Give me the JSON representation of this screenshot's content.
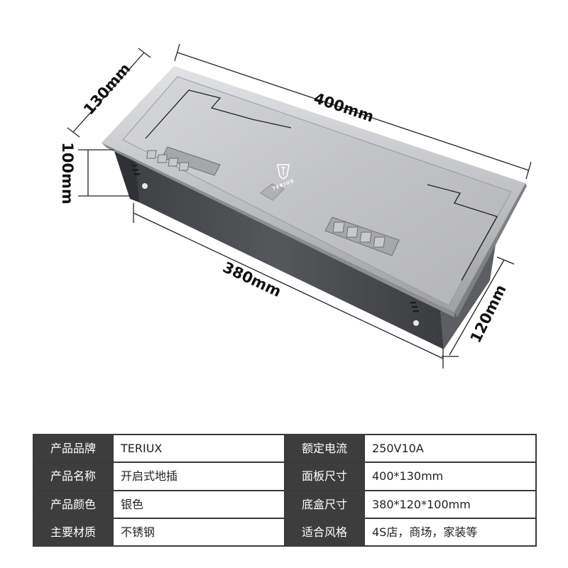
{
  "dimensions": {
    "top_length": "400mm",
    "top_width": "130mm",
    "box_depth": "100mm",
    "box_length": "380mm",
    "box_height": "120mm"
  },
  "product": {
    "logo_text": "TERIUX",
    "panel_color": "#c4c5c7",
    "box_color": "#4a4c50"
  },
  "spec_table": {
    "rows": [
      {
        "left_key": "产品品牌",
        "left_value": "TERIUX",
        "right_key": "额定电流",
        "right_value": "250V10A"
      },
      {
        "left_key": "产品名称",
        "left_value": "开启式地插",
        "right_key": "面板尺寸",
        "right_value": "400*130mm"
      },
      {
        "left_key": "产品颜色",
        "left_value": "银色",
        "right_key": "底盒尺寸",
        "right_value": "380*120*100mm"
      },
      {
        "left_key": "主要材质",
        "left_value": "不锈钢",
        "right_key": "适合风格",
        "right_value": "4S店，商场，家装等"
      }
    ]
  }
}
